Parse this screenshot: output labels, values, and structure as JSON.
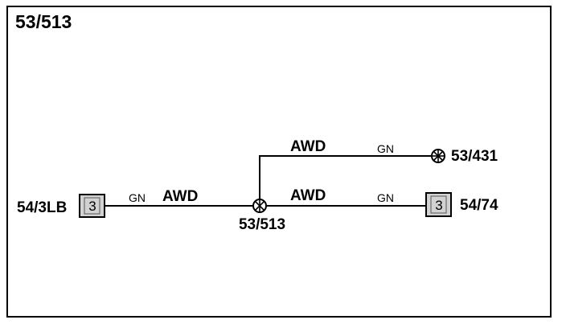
{
  "title": "53/513",
  "splice": {
    "id": "53/513"
  },
  "connectors": {
    "left": {
      "id": "54/3LB",
      "pin": "3"
    },
    "right": {
      "id": "54/74",
      "pin": "3"
    }
  },
  "ground": {
    "id": "53/431"
  },
  "wires": {
    "left": {
      "signal": "AWD",
      "color": "GN"
    },
    "upper": {
      "signal": "AWD",
      "color": "GN"
    },
    "lower": {
      "signal": "AWD",
      "color": "GN"
    }
  }
}
